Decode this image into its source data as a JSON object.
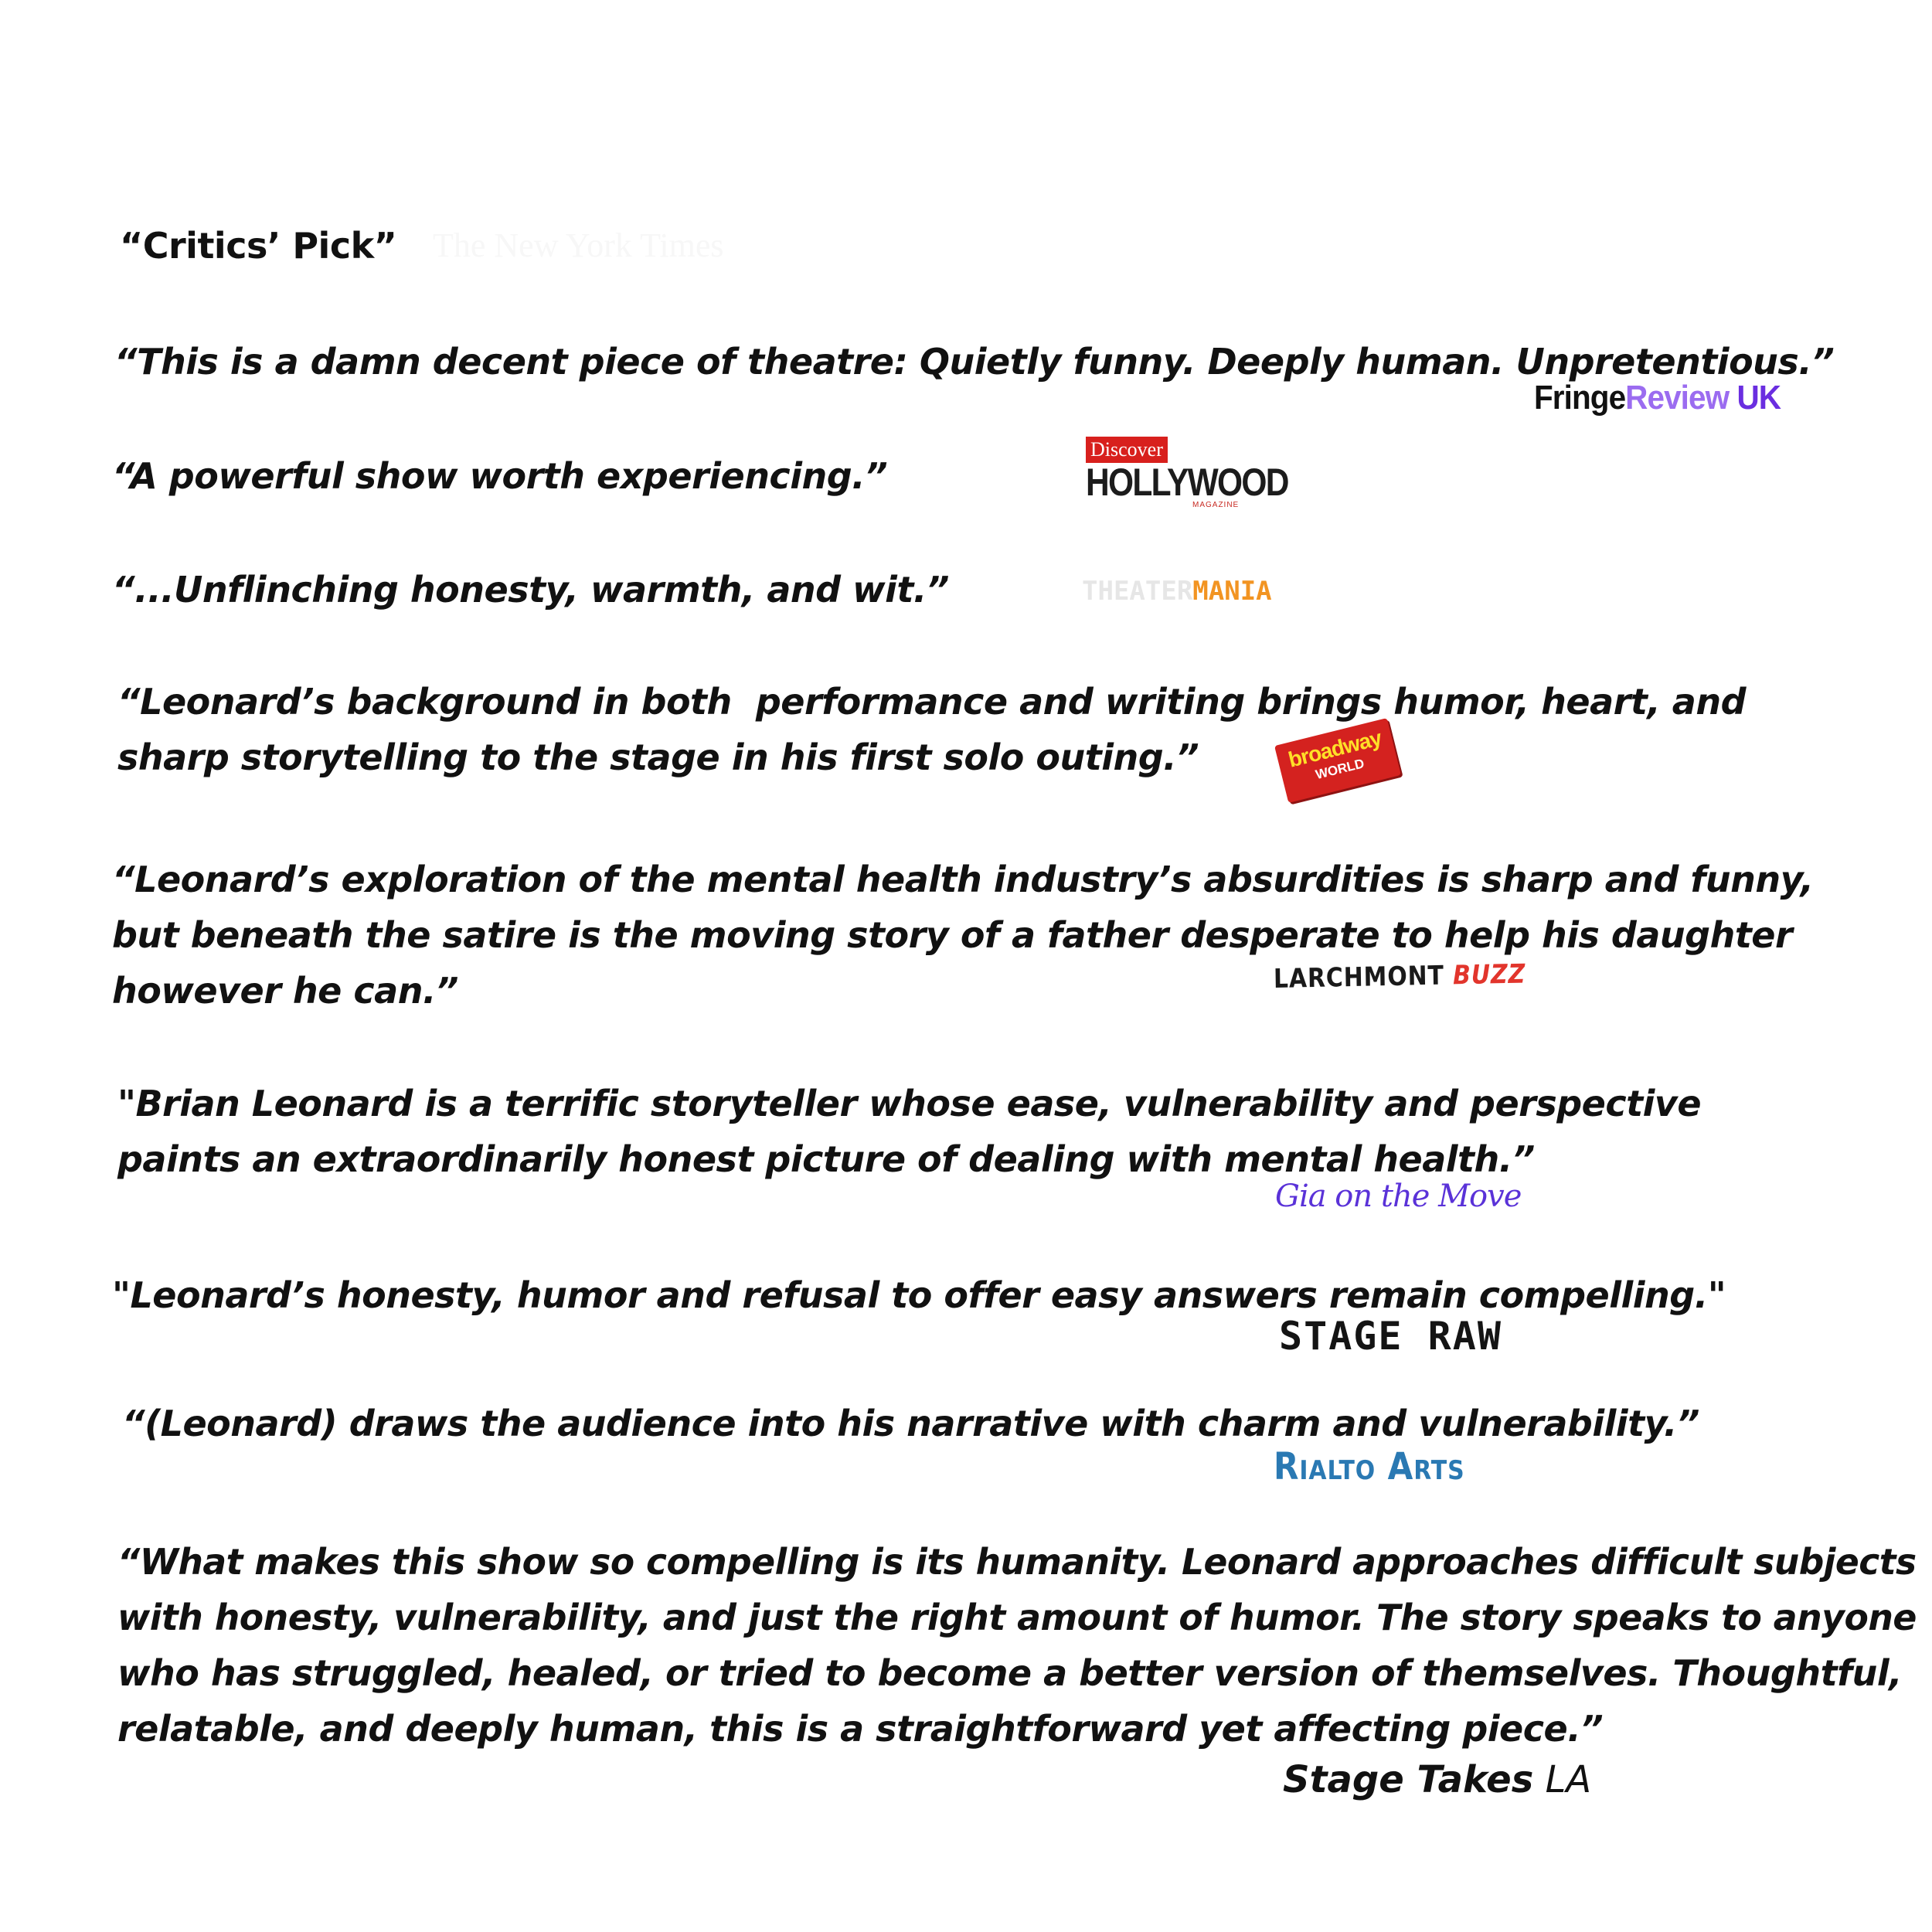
{
  "critics_pick": {
    "label": "“Critics’ Pick”",
    "source": "The New York Times"
  },
  "reviews": [
    {
      "lines": [
        "“This is a damn decent piece of theatre: Quietly funny. Deeply human. Unpretentious.”"
      ],
      "source_parts": [
        "Fringe",
        "Review",
        " UK"
      ]
    },
    {
      "lines": [
        "“A powerful show worth experiencing.”"
      ],
      "source_tag": "Discover",
      "source_main": "HOLLYWOOD",
      "source_sub": "MAGAZINE"
    },
    {
      "lines": [
        "“...Unflinching honesty, warmth, and wit.”"
      ],
      "source_parts": [
        "THEATER",
        "MANIA"
      ]
    },
    {
      "lines": [
        "“Leonard’s background in both  performance and writing brings humor, heart, and",
        "sharp storytelling to the stage in his first solo outing.”"
      ],
      "source_parts": [
        "broadway",
        "WORLD"
      ]
    },
    {
      "lines": [
        "“Leonard’s exploration of the mental health industry’s absurdities is sharp and funny,",
        "but beneath the satire is the moving story of a father desperate to help his daughter",
        "however he can.”"
      ],
      "source_parts": [
        "LARCHMONT ",
        "BUZZ"
      ]
    },
    {
      "lines": [
        "\"Brian Leonard is a terrific storyteller whose ease, vulnerability and perspective",
        "paints an extraordinarily honest picture of dealing with mental health.”"
      ],
      "source": "Gia on the Move"
    },
    {
      "lines": [
        "\"Leonard’s honesty, humor and refusal to offer easy answers remain compelling.\""
      ],
      "source": "STAGE RAW"
    },
    {
      "lines": [
        "“(Leonard) draws the audience into his narrative with charm and vulnerability.”"
      ],
      "source": "Rialto Arts"
    },
    {
      "lines": [
        "“What makes this show so compelling is its humanity. Leonard approaches difficult subjects",
        "with honesty, vulnerability, and just the right amount of humor. The story speaks to anyone",
        "who has struggled, healed, or tried to become a better version of themselves. Thoughtful,",
        "relatable, and deeply human, this is a straightforward yet affecting piece.”"
      ],
      "source_parts": [
        "Stage Takes",
        " LA"
      ]
    }
  ],
  "colors": {
    "text": "#111111",
    "fringe_review": "#9b6cf0",
    "fringe_uk": "#6a2ee0",
    "hollywood_red": "#d8201d",
    "theatermania_orange": "#f29422",
    "broadway_red": "#d4221f",
    "broadway_yellow": "#ffe028",
    "larchmont_buzz_red": "#e2352c",
    "gia_purple": "#5a32d8",
    "rialto_blue": "#2a79b3"
  }
}
